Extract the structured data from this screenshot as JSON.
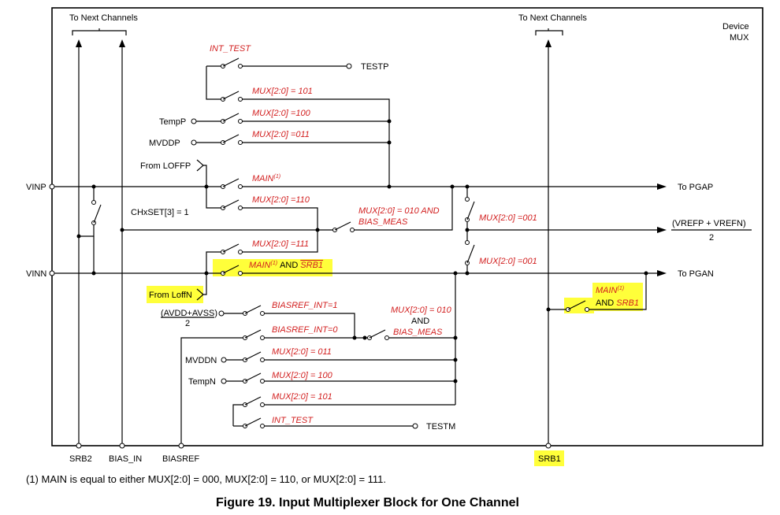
{
  "labels": {
    "next_channels_left": "To Next Channels",
    "next_channels_right": "To Next Channels",
    "device": "Device",
    "mux": "MUX",
    "int_test_p": "INT_TEST",
    "testp": "TESTP",
    "mux101_p": "MUX[2:0] = 101",
    "mux100_p": "MUX[2:0] =100",
    "tempp": "TempP",
    "mvddp": "MVDDP",
    "mux011_p": "MUX[2:0] =011",
    "from_loffp": "From LOFFP",
    "vinp": "VINP",
    "main_p": "MAIN",
    "main_sup": "(1)",
    "to_pgap": "To PGAP",
    "mux110": "MUX[2:0] =110",
    "chxset": "CHxSET[3] = 1",
    "mux010_and": "MUX[2:0] = 010 AND",
    "bias_meas": "BIAS_MEAS",
    "mux001_top": "MUX[2:0] =001",
    "vref": "(VREFP + VREFN)",
    "vref_den": "2",
    "mux111": "MUX[2:0] =111",
    "main_n": "MAIN",
    "and": "AND",
    "srb1": "SRB1",
    "mux001_bot": "MUX[2:0] =001",
    "vinn": "VINN",
    "to_pgan": "To PGAN",
    "from_loffn": "From LoffN",
    "main_srb1": "MAIN",
    "and_srb1": "AND",
    "srb1_sw": "SRB1",
    "avdd_avss": "(AVDD+AVSS)",
    "avdd_den": "2",
    "biasref_int1": "BIASREF_INT=1",
    "mux010_n": "MUX[2:0] = 010",
    "and_n": "AND",
    "bias_meas_n": "BIAS_MEAS",
    "biasref_int0": "BIASREF_INT=0",
    "mvddn": "MVDDN",
    "mux011_n": "MUX[2:0] = 011",
    "tempn": "TempN",
    "mux100_n": "MUX[2:0] = 100",
    "mux101_n": "MUX[2:0] = 101",
    "int_test_n": "INT_TEST",
    "testm": "TESTM",
    "srb2": "SRB2",
    "bias_in": "BIAS_IN",
    "biasref": "BIASREF",
    "srb1_pin": "SRB1"
  },
  "footnote": "(1)  MAIN is equal to either MUX[2:0] = 000, MUX[2:0] = 110, or MUX[2:0] = 111.",
  "caption": "Figure 19.  Input Multiplexer Block for One Channel",
  "colors": {
    "condition_text": "#d21f1f",
    "highlight": "#ffff3a"
  }
}
